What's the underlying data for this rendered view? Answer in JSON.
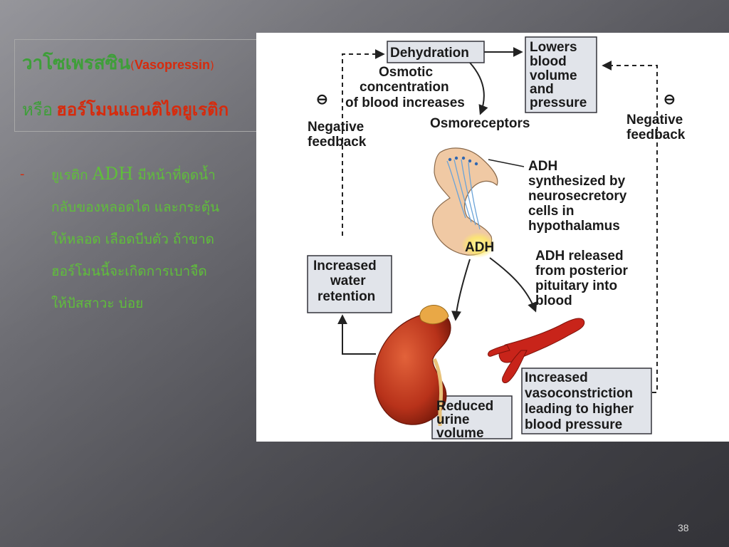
{
  "slide": {
    "title_thai": "วาโซเพรสซิน",
    "title_paren_open": "(",
    "title_english": "Vasopressin",
    "title_paren_close": ")",
    "subtitle_or": "หรือ",
    "subtitle_name": "ฮอร์โมนแอนติไดยูเรติก",
    "bullet_marker": "-",
    "body_line1_start": "ยูเรติก ",
    "body_line1_adh": "ADH",
    "body_line1_end": " มีหน้าที่ดูดน้ำ",
    "body_line2": "กลับของหลอดไต และกระตุ้น",
    "body_line3": "ให้หลอด เลือดบีบตัว ถ้าขาด",
    "body_line4": "ฮอร์โมนนี้จะเกิดการเบาจืด",
    "body_line5": "ให้ปัสสาวะ บ่อย",
    "page_number": "38"
  },
  "diagram": {
    "dehydration": "Dehydration",
    "lowers": [
      "Lowers",
      "blood",
      "volume",
      "and",
      "pressure"
    ],
    "osmotic": [
      "Osmotic",
      "concentration",
      "of blood increases"
    ],
    "osmoreceptors": "Osmoreceptors",
    "minus_symbol": "⊖",
    "neg_feedback_left": [
      "Negative",
      "feedback"
    ],
    "neg_feedback_right": [
      "Negative",
      "feedback"
    ],
    "adh_synth": [
      "ADH",
      "synthesized by",
      "neurosecretory",
      "cells in",
      "hypothalamus"
    ],
    "adh_label": "ADH",
    "adh_released": [
      "ADH released",
      "from posterior",
      "pituitary into",
      "blood"
    ],
    "water_retention": [
      "Increased",
      "water",
      "retention"
    ],
    "reduced_urine": [
      "Reduced",
      "urine",
      "volume"
    ],
    "vasoconstriction": [
      "Increased",
      "vasoconstriction",
      "leading to higher",
      "blood pressure"
    ]
  }
}
